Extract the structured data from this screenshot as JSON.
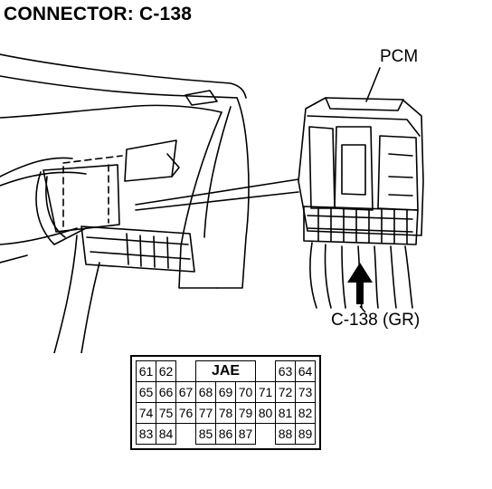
{
  "title": "CONNECTOR: C-138",
  "labels": {
    "pcm": "PCM",
    "connector": "C-138 (GR)"
  },
  "pinout": {
    "maker": "JAE",
    "rows": [
      [
        "61",
        "62",
        "",
        "",
        "",
        "",
        "",
        "63",
        "64"
      ],
      [
        "65",
        "66",
        "67",
        "68",
        "69",
        "70",
        "71",
        "72",
        "73"
      ],
      [
        "74",
        "75",
        "76",
        "77",
        "78",
        "79",
        "80",
        "81",
        "82"
      ],
      [
        "83",
        "84",
        "",
        "85",
        "86",
        "87",
        "",
        "88",
        "89"
      ]
    ]
  }
}
